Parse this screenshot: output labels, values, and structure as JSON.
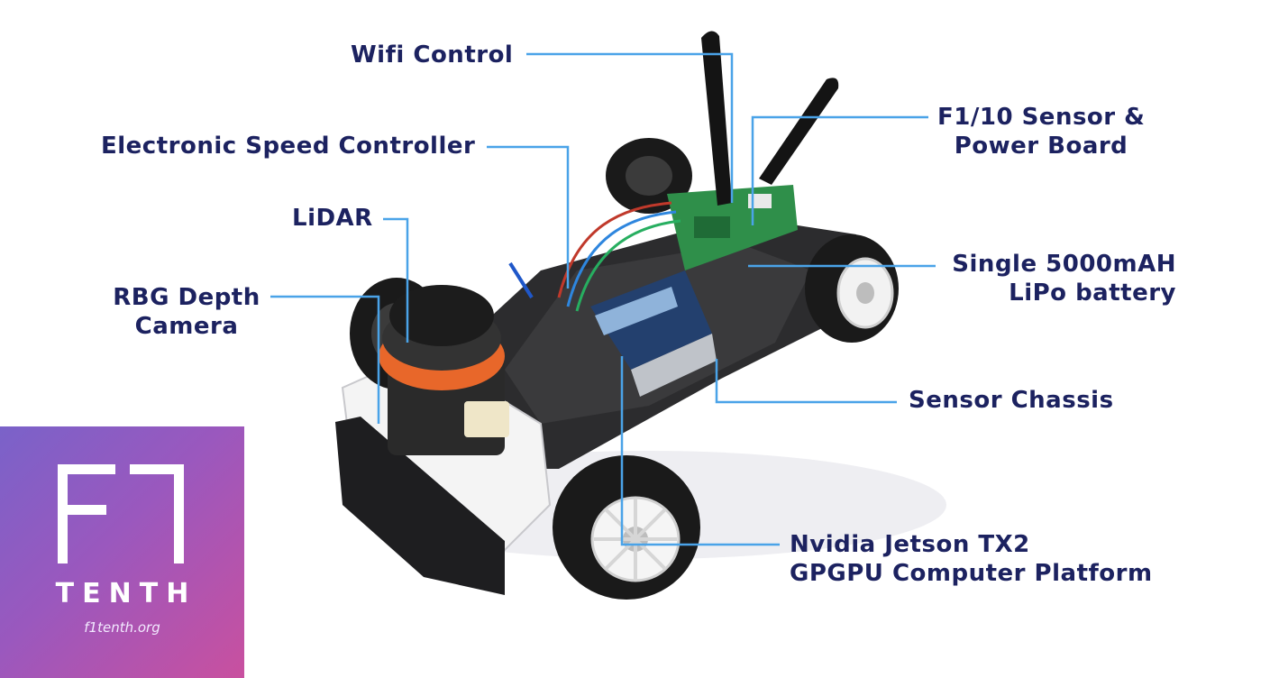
{
  "labels": {
    "wifi": [
      "Wifi Control"
    ],
    "esc": [
      "Electronic Speed Controller"
    ],
    "lidar": [
      "LiDAR"
    ],
    "camera": [
      "RBG Depth",
      "Camera"
    ],
    "sensor_board": [
      "F1/10 Sensor &",
      "Power Board"
    ],
    "battery": [
      "Single 5000mAH",
      "LiPo battery"
    ],
    "chassis": [
      "Sensor Chassis"
    ],
    "jetson": [
      "Nvidia Jetson TX2",
      "GPGPU Computer Platform"
    ]
  },
  "logo": {
    "mark": "F1",
    "word": "TENTH",
    "url": "f1tenth.org"
  },
  "colors": {
    "label_text": "#1c2260",
    "leader_line": "#4aa3e8",
    "logo_gradient_start": "#7a62c9",
    "logo_gradient_end": "#c9509f"
  }
}
